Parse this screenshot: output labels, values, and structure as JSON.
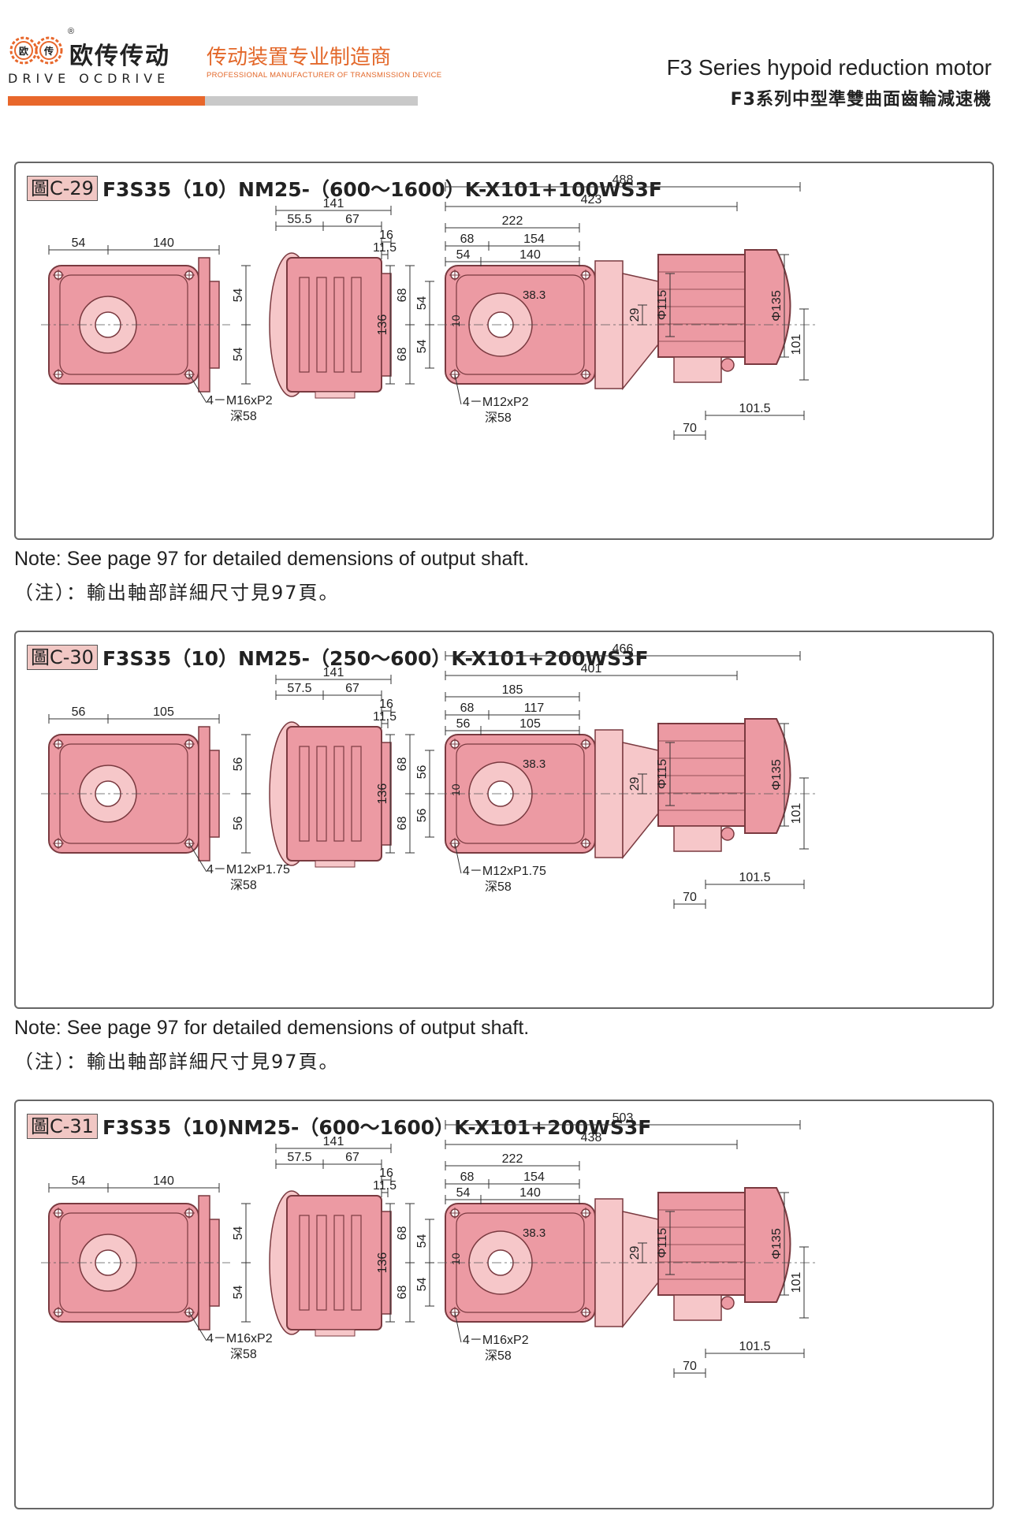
{
  "brand": {
    "logo_cn": "欧传传动",
    "logo_en": "DRIVE OCDRIVE",
    "logo_mark_glyphs": [
      "欧",
      "传"
    ],
    "registered": "®",
    "slogan_cn": "传动装置专业制造商",
    "slogan_en": "PROFESSIONAL MANUFACTURER OF TRANSMISSION DEVICE"
  },
  "page_title": {
    "en": "F3 Series hypoid reduction motor",
    "cn": "F3系列中型準雙曲面齒輪減速機"
  },
  "colors": {
    "accent": "#e8672b",
    "body_fill": "#ec9aa3",
    "body_stroke": "#7a3a40",
    "light_fill": "#f6c7c9",
    "tag_bg": "#f1c7c4"
  },
  "panels": [
    {
      "tag": "圖C-29",
      "title": "F3S35（10）NM25-（600～1600）K-X101+100WS3F",
      "front": {
        "w1": "54",
        "w2": "140",
        "h1": "54",
        "h2": "54",
        "thread": "4－M16xP2",
        "depth": "深58"
      },
      "side": {
        "total": "141",
        "a": "55.5",
        "b": "67",
        "c": "16",
        "d": "11.5"
      },
      "motor": {
        "l1": "488",
        "l2": "423",
        "l3": "222",
        "l4": "68",
        "l5": "154",
        "l6": "54",
        "l7": "140",
        "bore": "38.3",
        "key": "10",
        "h136": "136",
        "h68a": "68",
        "h68b": "68",
        "h54a": "54",
        "h54b": "54",
        "d29": "29",
        "d115": "Φ115",
        "d135": "Φ135",
        "d101": "101",
        "w1015": "101.5",
        "w70": "70",
        "thread": "4－M12xP2",
        "depth": "深58"
      }
    },
    {
      "tag": "圖C-30",
      "title": "F3S35（10）NM25-（250～600）K-X101+200WS3F",
      "front": {
        "w1": "56",
        "w2": "105",
        "h1": "56",
        "h2": "56",
        "thread": "4－M12xP1.75",
        "depth": "深58"
      },
      "side": {
        "total": "141",
        "a": "57.5",
        "b": "67",
        "c": "16",
        "d": "11.5"
      },
      "motor": {
        "l1": "466",
        "l2": "401",
        "l3": "185",
        "l4": "68",
        "l5": "117",
        "l6": "56",
        "l7": "105",
        "bore": "38.3",
        "key": "10",
        "h136": "136",
        "h68a": "68",
        "h68b": "68",
        "h54a": "56",
        "h54b": "56",
        "d29": "29",
        "d115": "Φ115",
        "d135": "Φ135",
        "d101": "101",
        "w1015": "101.5",
        "w70": "70",
        "thread": "4－M12xP1.75",
        "depth": "深58"
      }
    },
    {
      "tag": "圖C-31",
      "title": "F3S35（10)NM25-（600～1600）K-X101+200WS3F",
      "front": {
        "w1": "54",
        "w2": "140",
        "h1": "54",
        "h2": "54",
        "thread": "4－M16xP2",
        "depth": "深58"
      },
      "side": {
        "total": "141",
        "a": "57.5",
        "b": "67",
        "c": "16",
        "d": "11.5"
      },
      "motor": {
        "l1": "503",
        "l2": "438",
        "l3": "222",
        "l4": "68",
        "l5": "154",
        "l6": "54",
        "l7": "140",
        "bore": "38.3",
        "key": "10",
        "h136": "136",
        "h68a": "68",
        "h68b": "68",
        "h54a": "54",
        "h54b": "54",
        "d29": "29",
        "d115": "Φ115",
        "d135": "Φ135",
        "d101": "101",
        "w1015": "101.5",
        "w70": "70",
        "thread": "4－M16xP2",
        "depth": "深58"
      }
    }
  ],
  "notes": [
    {
      "en": "Note: See page 97 for detailed demensions of output shaft.",
      "cn": "（注）：輸出軸部詳細尺寸見97頁。"
    },
    {
      "en": "Note: See page 97 for detailed demensions of output shaft.",
      "cn": "（注）：輸出軸部詳細尺寸見97頁。"
    }
  ]
}
